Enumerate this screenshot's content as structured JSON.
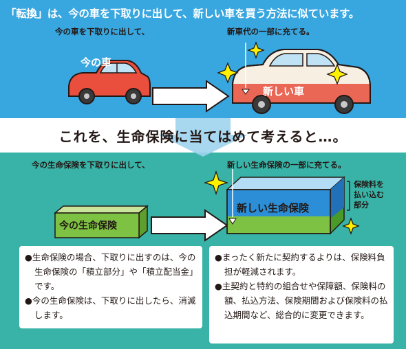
{
  "top": {
    "headline": "「転換」は、今の車を下取りに出して、新しい車を買う方法に似ています。",
    "caption_left": "今の車を下取りに出して、",
    "caption_right": "新車代の一部に充てる。",
    "old_car_label": "今の車",
    "new_car_label": "新しい車"
  },
  "middle": {
    "headline": "これを、生命保険に当てはめて考えると…。"
  },
  "bottom": {
    "caption_left": "今の生命保険を下取りに出して、",
    "caption_right": "新しい生命保険の一部に充てる。",
    "old_policy_label": "今の生命保険",
    "new_policy_label": "新しい生命保険",
    "premium_note": [
      "保険料を",
      "払い込む",
      "部分"
    ],
    "notes_left": [
      "●生命保険の場合、下取りに出すのは、今の生命保険の「積立部分」や「積立配当金」です。",
      "●今の生命保険は、下取りに出したら、消滅します。"
    ],
    "notes_right": [
      "●まったく新たに契約するよりは、保険料負担が軽減されます。",
      "●主契約と特約の組合せや保障額、保険料の額、払込方法、保険期間および保険料の払込期間など、総合的に変更できます。"
    ]
  },
  "colors": {
    "top_panel": "#38a6df",
    "bottom_panel": "#39b3a7",
    "old_car": "#e94f3c",
    "new_policy_green": "#7dc242",
    "new_policy_blue": "#2b8ed6",
    "sparkle": "#fff200"
  }
}
